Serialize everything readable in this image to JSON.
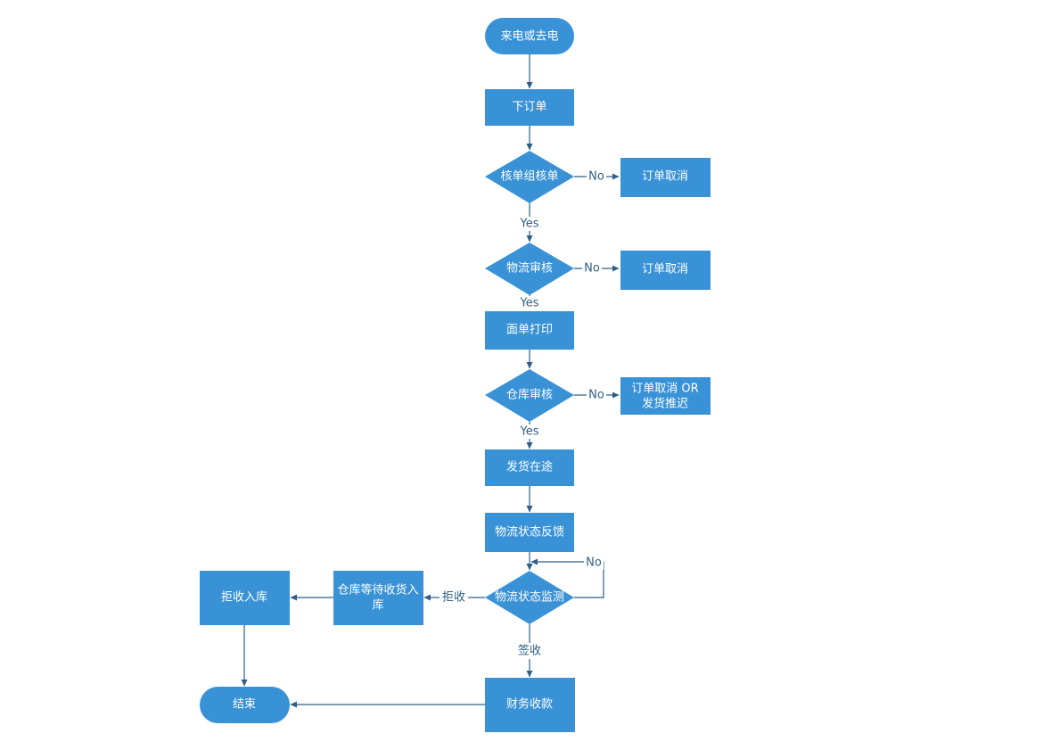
{
  "nodes": {
    "start": "来电或去电",
    "place_order": "下订单",
    "order_review": "核单组核单",
    "cancel_1": "订单取消",
    "logistics_review": "物流审核",
    "cancel_2": "订单取消",
    "print_waybill": "面单打印",
    "warehouse_review": "仓库审核",
    "cancel_or_delay_line1": "订单取消  OR",
    "cancel_or_delay_line2": "发货推迟",
    "in_transit": "发货在途",
    "logistics_feedback": "物流状态反馈",
    "logistics_monitor": "物流状态监测",
    "warehouse_wait_line1": "仓库等待收货入",
    "warehouse_wait_line2": "库",
    "rejected_stock_in": "拒收入库",
    "finance_collection": "财务收款",
    "end": "结束"
  },
  "edges": {
    "no_1": "No",
    "yes_1": "Yes",
    "no_2": "No",
    "yes_2": "Yes",
    "no_3": "No",
    "yes_3": "Yes",
    "no_loop": "No",
    "reject": "拒收",
    "sign": "签收"
  },
  "colors": {
    "node_fill": "#3a92d6",
    "edge": "#2f5f86",
    "text": "#ffffff"
  }
}
